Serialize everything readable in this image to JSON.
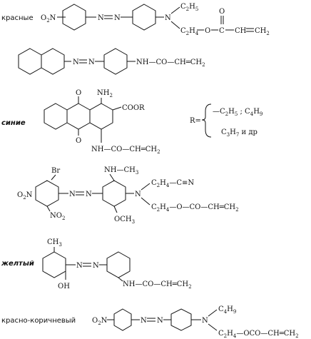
{
  "labels": {
    "red": "красные",
    "blue": "синие",
    "yellow": "желтый",
    "redbrown": "красно-коричневый"
  },
  "groups": {
    "o2n": "O2N",
    "o2n_sub": "2",
    "no2": "NO2",
    "no2_sub": "2",
    "n": "N",
    "nh": "NH",
    "nh2": "NH2",
    "oh": "OH",
    "br": "Br",
    "ch3": "CH3",
    "och3": "OCH3",
    "o": "O",
    "coor": "COOR",
    "c2h5": "C2H5",
    "c2h4": "C2H4",
    "c4h9": "C4H9",
    "co": "CO",
    "ch": "CH",
    "ch2": "CH2",
    "cn": "CN",
    "c": "C"
  },
  "text": {
    "acryl1": "NH—CO—CH═CH2",
    "acryl_ester": "O—C—CH═CH2",
    "r_def": "R=",
    "r_line1": "—C2H5 ; C4H9",
    "r_line2": "C3H7  и др",
    "nh_ch3": "NH—CH3",
    "c2h4_cn": "C2H4—C≡N",
    "c2h4_o_co": "C2H4—O—CO—CH═CH2",
    "yellow_acryl": "NH—CO—CH═CH2",
    "rb_c2h4": "C2H4—OCO—CH═CH2"
  }
}
